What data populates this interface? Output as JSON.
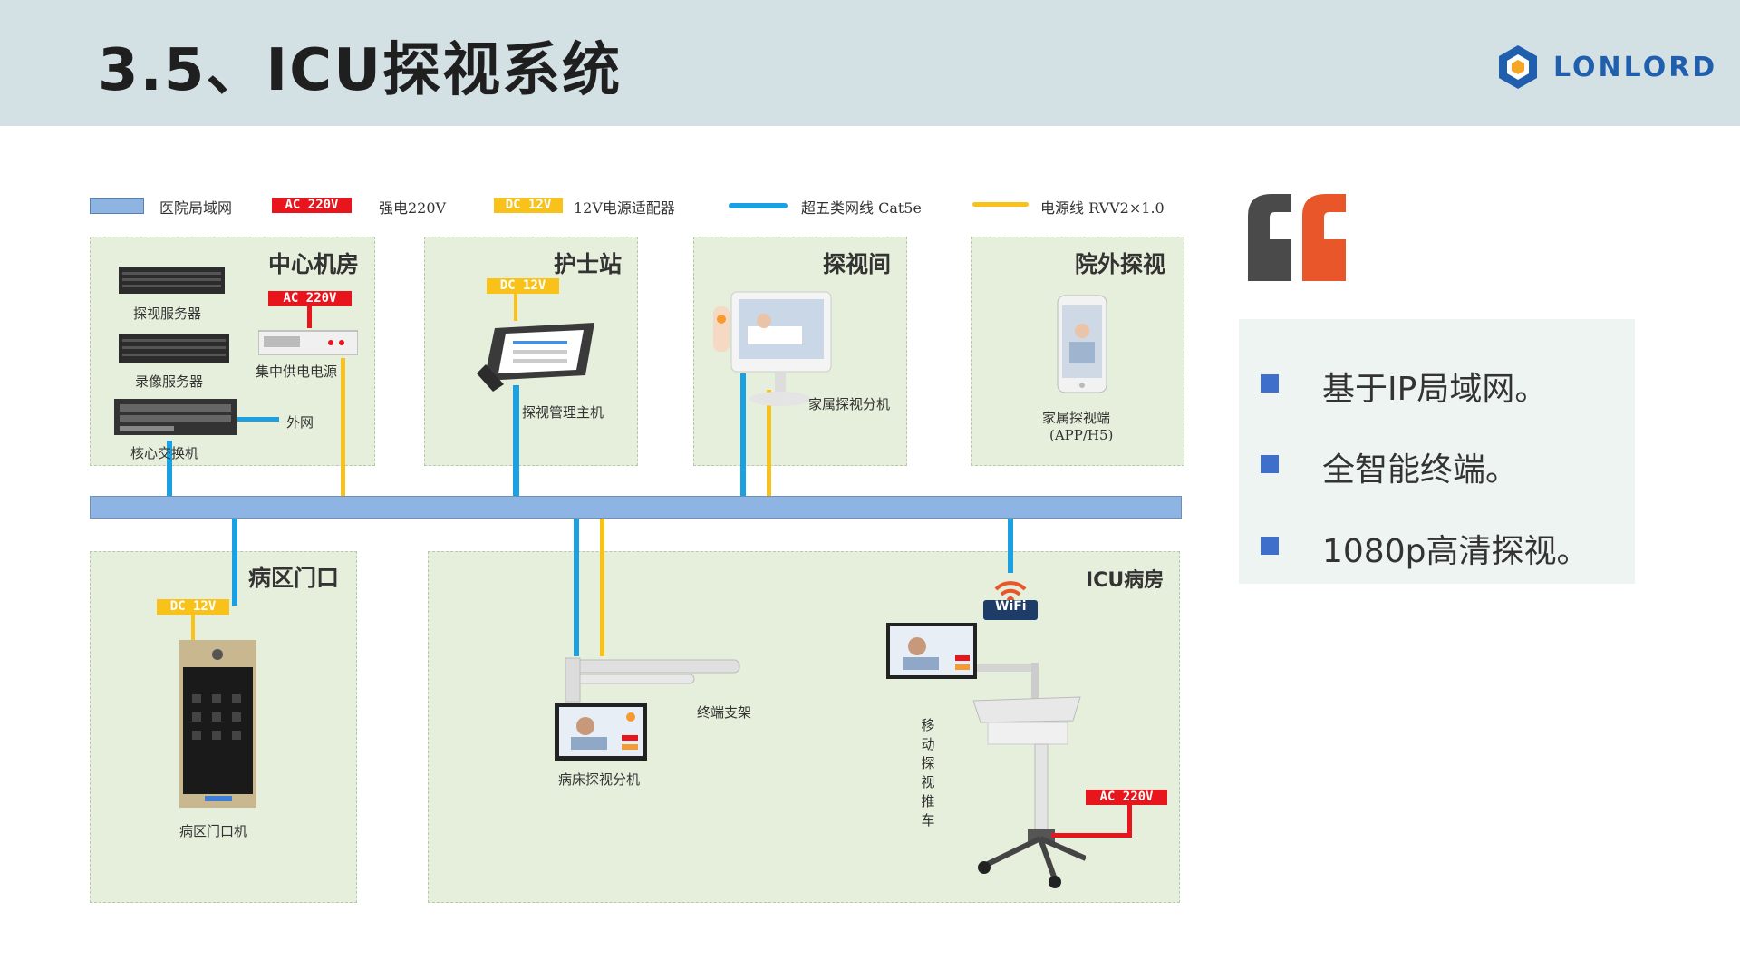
{
  "header": {
    "title": "3.5、ICU探视系统",
    "logo_text": "LONLORD"
  },
  "legend": {
    "lan": "医院局域网",
    "ac_tag": "AC 220V",
    "ac_desc": "强电220V",
    "dc_tag": "DC 12V",
    "dc_desc": "12V电源适配器",
    "cable_desc": "超五类网线  Cat5e",
    "power_desc": "电源线  RVV2×1.0"
  },
  "rooms": {
    "center": {
      "title": "中心机房",
      "visit_server": "探视服务器",
      "record_server": "录像服务器",
      "core_switch": "核心交换机",
      "ext_net": "外网",
      "power_supply": "集中供电电源",
      "ac_tag": "AC 220V"
    },
    "nurse": {
      "title": "护士站",
      "dc_tag": "DC 12V",
      "host": "探视管理主机"
    },
    "visit_room": {
      "title": "探视间",
      "terminal": "家属探视分机"
    },
    "outside": {
      "title": "院外探视",
      "terminal_line1": "家属探视端",
      "terminal_line2": "(APP/H5)"
    },
    "ward_door": {
      "title": "病区门口",
      "dc_tag": "DC 12V",
      "door_unit": "病区门口机"
    },
    "icu": {
      "title": "ICU病房",
      "wifi": "WiFi",
      "bracket": "终端支架",
      "bed_terminal": "病床探视分机",
      "cart": "移动探视推车",
      "ac_tag": "AC 220V"
    }
  },
  "bullets": [
    "基于IP局域网。",
    "全智能终端。",
    "1080p高清探视。"
  ],
  "colors": {
    "header_bg": "#d3e0e4",
    "lan_bar": "#8eb4e3",
    "cable_blue": "#1ba1e2",
    "power_yellow": "#f8c21b",
    "ac_red": "#e8161c",
    "room_bg": "#e6efdb",
    "bullet_blue": "#3e6fca",
    "quote_dark": "#4a4a4a",
    "quote_orange": "#e8562a",
    "logo_blue": "#1f5fae"
  }
}
